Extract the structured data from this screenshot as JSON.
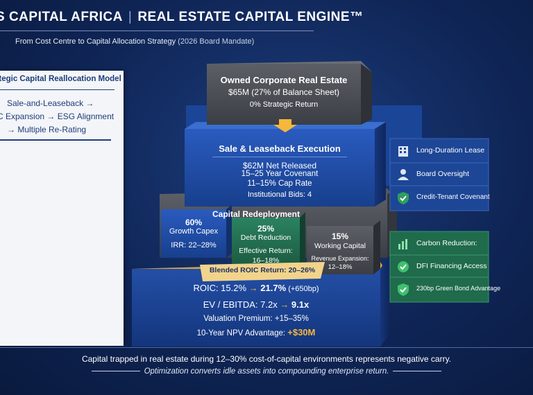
{
  "header": {
    "title_left": "S CAPITAL AFRICA",
    "title_right": "REAL ESTATE CAPITAL ENGINE™",
    "subtitle": "From Cost Centre to Capital Allocation Strategy",
    "subtitle_paren": "(2026 Board Mandate)"
  },
  "left_panel": {
    "heading": "ategic Capital Reallocation Model",
    "lines": [
      "Sale-and-Leaseback →",
      "C Expansion → ESG Alignment",
      "→ Multiple Re-Rating"
    ]
  },
  "top_block": {
    "title": "Owned Corporate Real Estate",
    "line1": "$65M (27% of Balance Sheet)",
    "line2": "0% Strategic Return"
  },
  "sale_block": {
    "title": "Sale & Leaseback Execution",
    "line1": "$62M Net Released",
    "line2": "15–25 Year Covenant",
    "line3": "11–15% Cap Rate",
    "line4": "Institutional Bids: 4"
  },
  "redeploy": {
    "label": "Capital Redeployment",
    "growth": {
      "pct": "60%",
      "name": "Growth Capex",
      "metric": "IRR: 22–28%"
    },
    "debt": {
      "pct": "25%",
      "name": "Debt Reduction",
      "metric1": "Effective Return:",
      "metric2": "16–18%"
    },
    "working": {
      "pct": "15%",
      "name": "Working Capital",
      "metric1": "Revenue Expansion:",
      "metric2": "12–18%"
    }
  },
  "blended": "Blended ROIC Return: 20–26%",
  "base_block": {
    "roic_label": "ROIC: 15.2% ",
    "roic_arrow": "→",
    "roic_value": " 21.7%",
    "roic_bp": " (+650bp)",
    "ev_label": "EV / EBITDA: 7.2x ",
    "ev_arrow": "→",
    "ev_value": " 9.1x",
    "valuation": "Valuation Premium: +15–35%",
    "npv_label": "10-Year NPV Advantage: ",
    "npv_value": "+$30M"
  },
  "lease_card": {
    "items": [
      "Long-Duration Lease",
      "Board Oversight",
      "Credit-Tenant Covenant"
    ]
  },
  "esg_card": {
    "items": [
      "Carbon Reduction:",
      "DFI Financing Access",
      "230bp Green Bond Advantage"
    ]
  },
  "footer": {
    "line1": "Capital trapped in real estate during 12–30% cost-of-capital environments represents negative carry.",
    "line2": "Optimization converts idle assets into compounding enterprise return."
  },
  "colors": {
    "navy": "#0f2556",
    "block_blue": "#1f4aa3",
    "gray": "#4a4d55",
    "green": "#1f6b4c",
    "gold": "#f6b73c"
  }
}
